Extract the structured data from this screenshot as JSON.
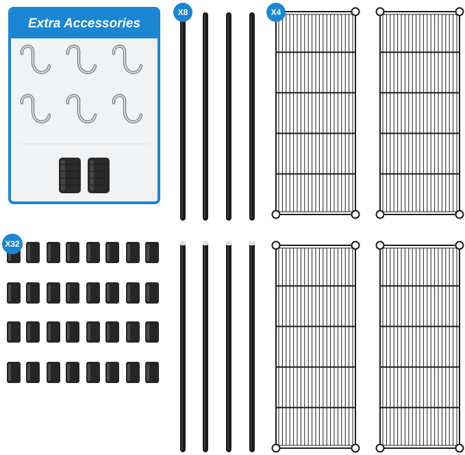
{
  "accessories": {
    "title": "Extra Accessories"
  },
  "badges": {
    "poles": "X8",
    "shelves": "X4",
    "clips": "X32"
  },
  "colors": {
    "accent": "#1a86d4",
    "metal": "#1b1b1b",
    "hook": "#b9bcc1"
  },
  "icons": [
    "s-hook-icon",
    "sleeve-clip-icon",
    "pole-icon",
    "wire-shelf-icon"
  ]
}
